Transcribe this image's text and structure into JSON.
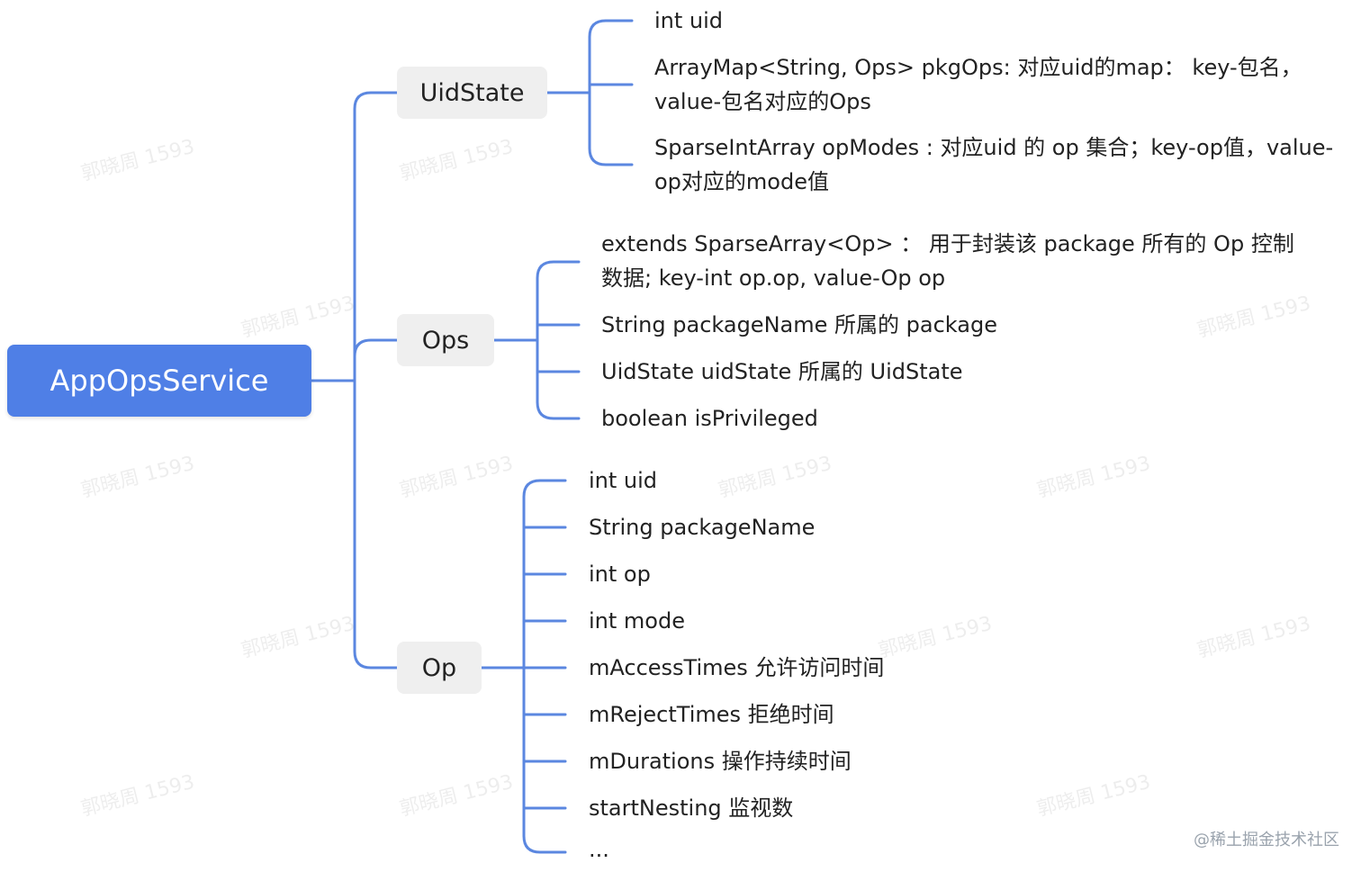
{
  "root": {
    "label": "AppOpsService"
  },
  "branches": [
    {
      "label": "UidState",
      "items": [
        "int uid",
        "ArrayMap<String, Ops> pkgOps: 对应uid的map： key-包名，value-包名对应的Ops",
        "SparseIntArray opModes : 对应uid 的 op 集合；key-op值，value-op对应的mode值"
      ]
    },
    {
      "label": "Ops",
      "items": [
        "extends SparseArray<Op> ： 用于封装该 package 所有的 Op 控制数据; key-int op.op, value-Op op",
        "String packageName 所属的 package",
        "UidState uidState 所属的 UidState",
        "boolean isPrivileged"
      ]
    },
    {
      "label": "Op",
      "items": [
        "int uid",
        "String packageName",
        "int op",
        "int mode",
        "mAccessTimes 允许访问时间",
        "mRejectTimes 拒绝时间",
        "mDurations 操作持续时间",
        "startNesting 监视数",
        "..."
      ]
    }
  ],
  "watermark": "郭晓周 1593",
  "footer": "@稀土掘金技术社区",
  "colors": {
    "root_bg": "#4f7fe6",
    "connector": "#5b87e0",
    "branch_bg": "#efefef"
  }
}
